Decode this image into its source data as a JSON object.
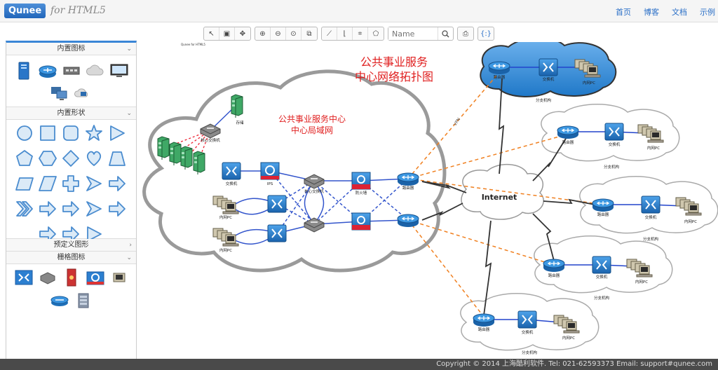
{
  "app": {
    "logo": "Qunee",
    "subtitle": "for HTML5"
  },
  "nav": [
    "首页",
    "博客",
    "文档",
    "示例"
  ],
  "sidebar": {
    "sections": [
      {
        "title": "内置图标"
      },
      {
        "title": "内置形状"
      },
      {
        "title": "预定义图形"
      },
      {
        "title": "栅格图标"
      }
    ]
  },
  "toolbar": {
    "search_placeholder": "Name",
    "tiny_label": "Qunee for HTML5"
  },
  "diagram": {
    "title_line1": "公共事业服务",
    "title_line2": "中心网络拓扑图",
    "lan_line1": "公共事业服务中心",
    "lan_line2": "中心局域网",
    "internet": "Internet",
    "vpn": "VPN",
    "labels": {
      "storage": "存储",
      "core_switch": "核心交换机",
      "switch": "交换机",
      "ips": "IPS",
      "firewall": "防火墙",
      "router": "路由器",
      "pc": "内网PC",
      "branch": "分支机构"
    }
  },
  "footer": "Copyright © 2014 上海酷利软件. Tel: 021-62593373 Email: support#qunee.com",
  "colors": {
    "accent": "#3a86d6",
    "red_text": "#e02020",
    "link": "#2a6fc7",
    "dash_orange": "#f08020",
    "dash_blue": "#3355cc"
  }
}
